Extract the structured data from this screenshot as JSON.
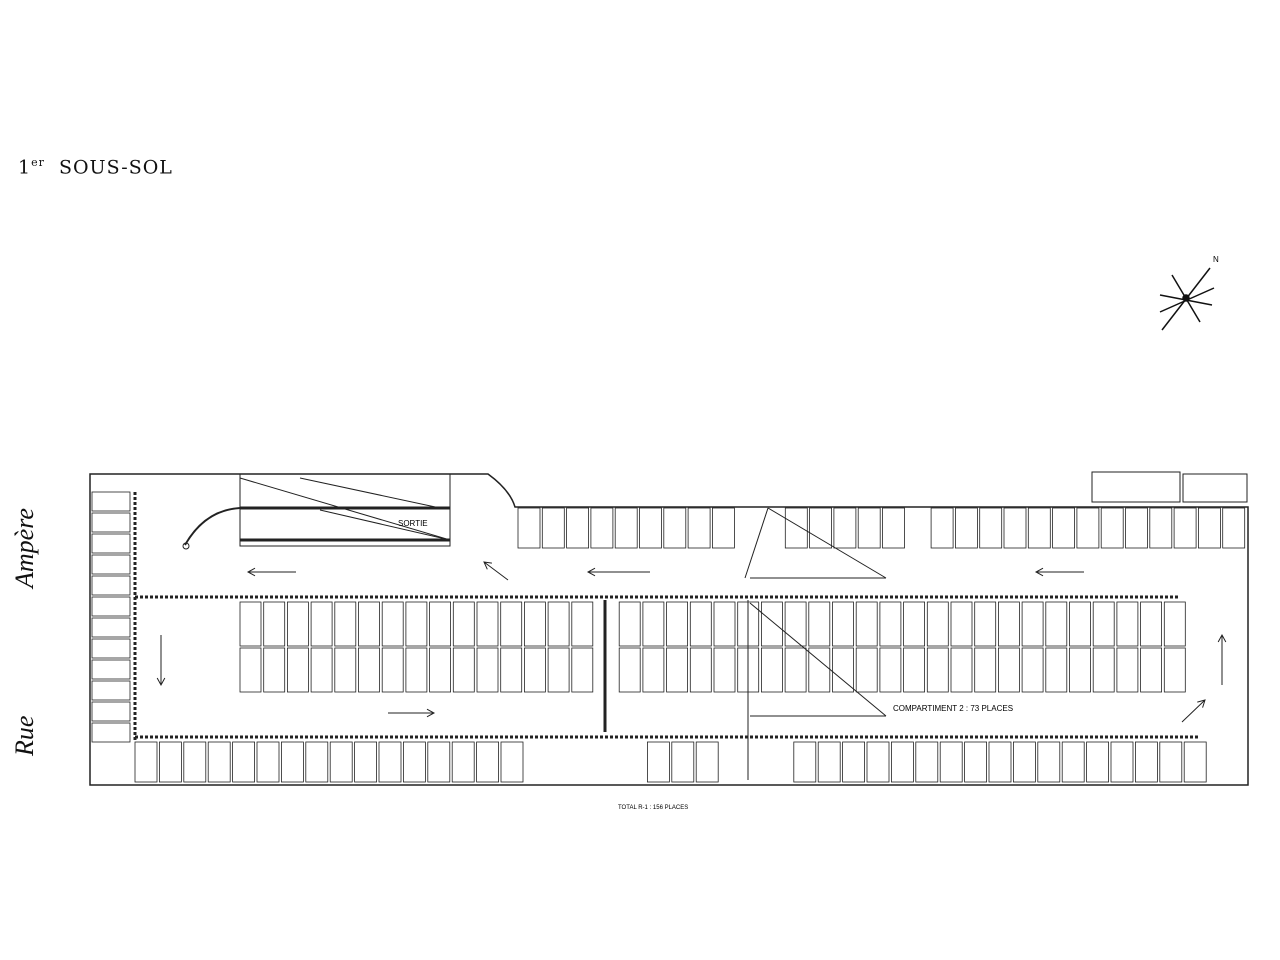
{
  "title": {
    "main": "1",
    "sup": "er",
    "rest": "SOUS-SOL"
  },
  "streets": {
    "name_top": "Ampère",
    "name_bottom": "Rue"
  },
  "labels": {
    "sortie": "SORTIE",
    "compartiment": "COMPARTIMENT 2 : 73 PLACES",
    "total": "TOTAL R-1 : 156 PLACES",
    "north": "N"
  },
  "colors": {
    "line": "#222222",
    "background": "#ffffff"
  }
}
